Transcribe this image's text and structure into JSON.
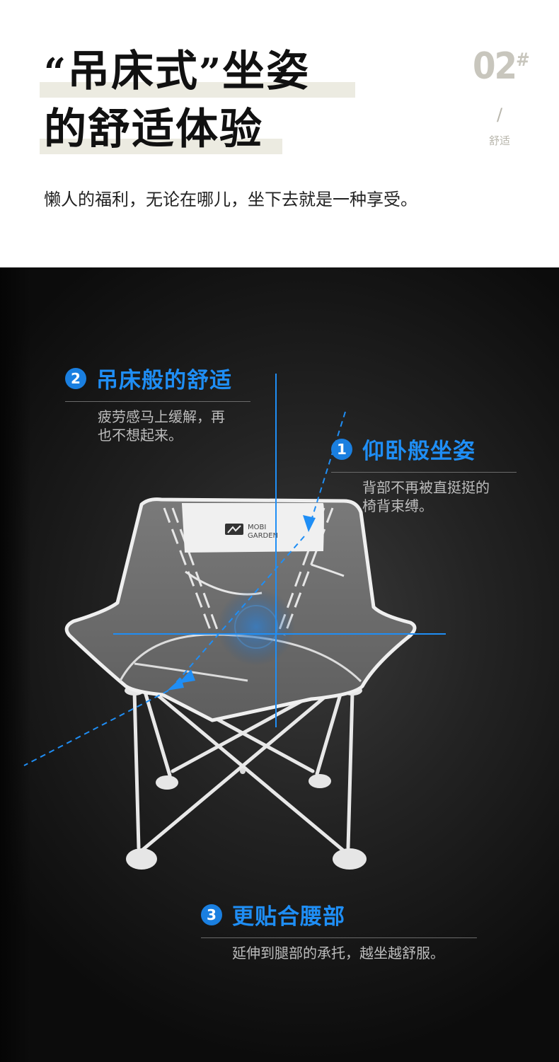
{
  "header": {
    "headline_line1": "吊床式",
    "headline_quote_open": "“",
    "headline_quote_close": "”",
    "headline_line1_tail": "坐姿",
    "headline_line2": "的舒适体验",
    "section_number": "02",
    "section_hash": "#",
    "section_slash": "/",
    "section_tag": "舒适",
    "subtitle": "懒人的福利，无论在哪儿，坐下去就是一种享受。"
  },
  "product": {
    "brand_line1": "MOBI",
    "brand_line2": "GARDEN"
  },
  "features": [
    {
      "number": "2",
      "title": "吊床般的舒适",
      "desc_line1": "疲劳感马上缓解，再",
      "desc_line2": "也不想起来。"
    },
    {
      "number": "1",
      "title": "仰卧般坐姿",
      "desc_line1": "背部不再被直挺挺的",
      "desc_line2": "椅背束缚。"
    },
    {
      "number": "3",
      "title": "更贴合腰部",
      "desc_line1": "延伸到腿部的承托，越坐越舒服。",
      "desc_line2": ""
    }
  ],
  "colors": {
    "accent_blue": "#1f8ef5",
    "headline_bar": "#ecebe1",
    "chair_fabric": "#6e6e6e",
    "background_dark": "#141414"
  }
}
